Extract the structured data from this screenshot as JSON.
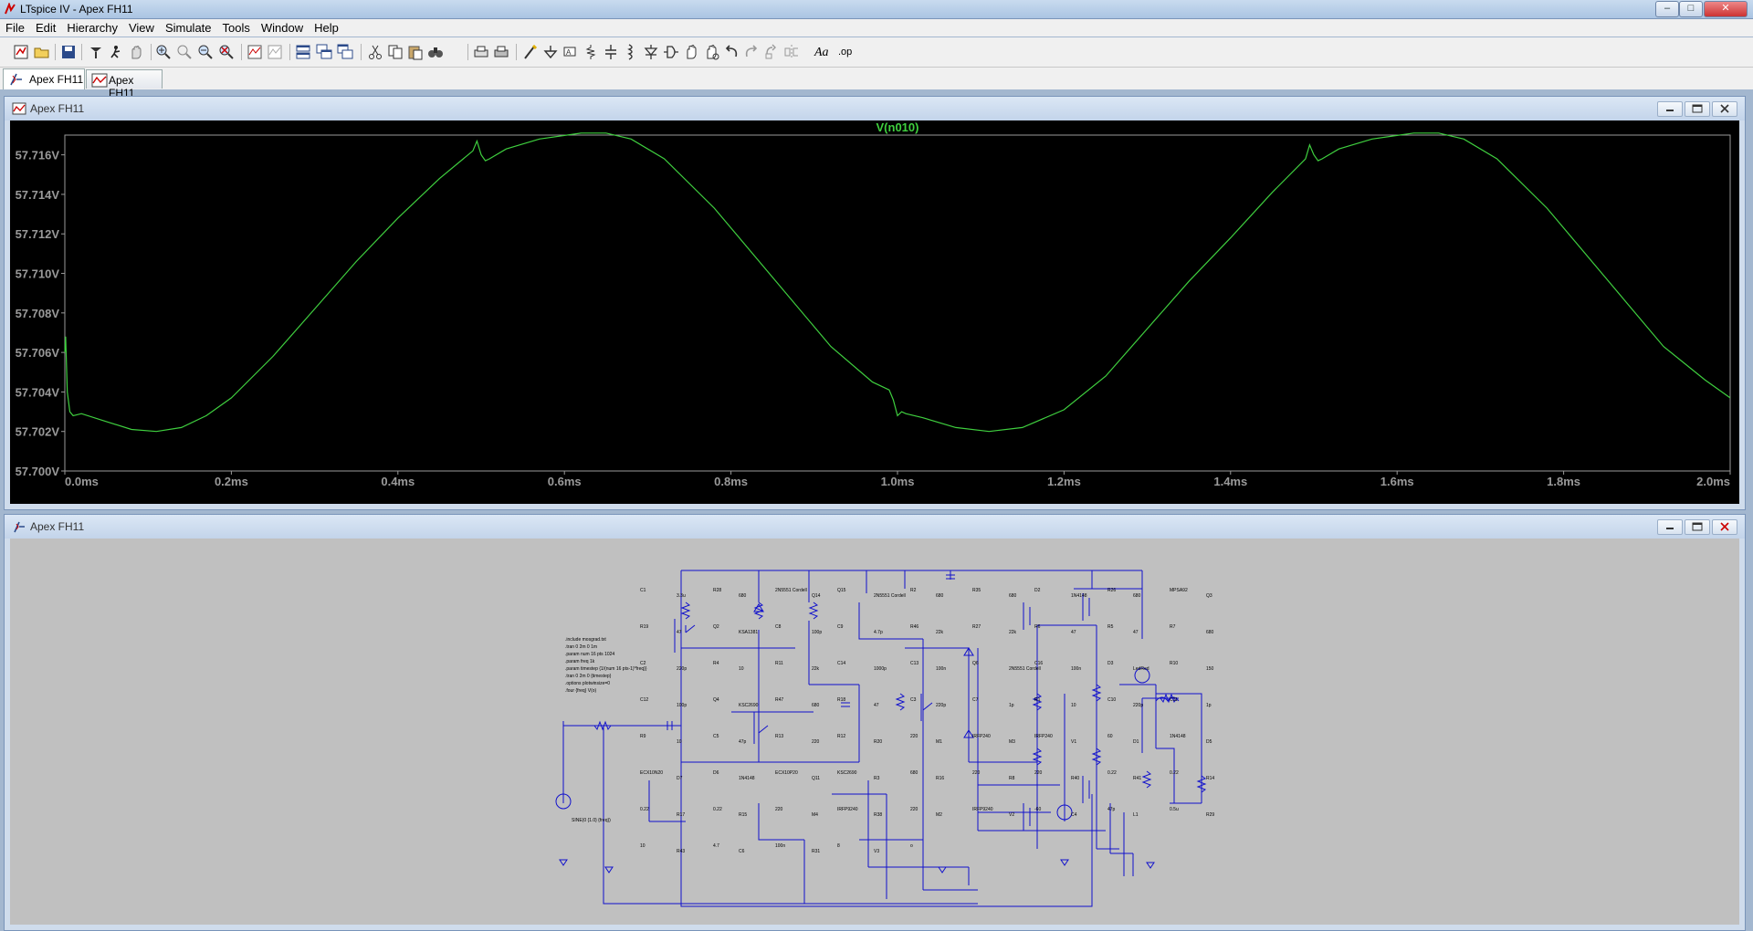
{
  "window": {
    "title": "LTspice IV - Apex FH11"
  },
  "menu": [
    "File",
    "Edit",
    "Hierarchy",
    "View",
    "Simulate",
    "Tools",
    "Window",
    "Help"
  ],
  "toolbar": {
    "icons": [
      "new-schematic-icon",
      "open-icon",
      "save-icon",
      "control-panel-icon",
      "run-icon",
      "halt-icon",
      "zoom-in-icon",
      "zoom-out-icon",
      "zoom-full-icon",
      "zoom-cancel-icon",
      "autorange-icon",
      "clear-icon",
      "tile-horizontal-icon",
      "cascade-icon",
      "tile-vertical-icon",
      "cut-icon",
      "copy-icon",
      "paste-icon",
      "find-icon",
      "print-preview-icon",
      "print-icon",
      "wire-icon",
      "ground-icon",
      "label-icon",
      "resistor-icon",
      "capacitor-icon",
      "inductor-icon",
      "diode-icon",
      "component-icon",
      "move-icon",
      "drag-icon",
      "undo-icon",
      "redo-icon",
      "rotate-icon",
      "mirror-icon",
      "text-icon",
      "spice-directive-icon"
    ],
    "text_tool_label": "Aa",
    "directive_label": ".op"
  },
  "tabs": [
    {
      "label": "Apex FH11",
      "kind": "schematic",
      "active": true
    },
    {
      "label": "Apex FH11",
      "kind": "waveform",
      "active": false
    }
  ],
  "plot_window": {
    "title": "Apex FH11",
    "trace_name": "V(n010)",
    "trace_color": "#3fcf3f",
    "chart_data": {
      "type": "line",
      "title": "V(n010)",
      "x_unit": "ms",
      "xlim": [
        0.0,
        2.0
      ],
      "ylim": [
        57.7,
        57.717
      ],
      "x_ticks": [
        "0.0ms",
        "0.2ms",
        "0.4ms",
        "0.6ms",
        "0.8ms",
        "1.0ms",
        "1.2ms",
        "1.4ms",
        "1.6ms",
        "1.8ms",
        "2.0ms"
      ],
      "y_ticks": [
        "57.716V",
        "57.714V",
        "57.712V",
        "57.710V",
        "57.708V",
        "57.706V",
        "57.704V",
        "57.702V",
        "57.700V"
      ],
      "series": [
        {
          "name": "V(n010)",
          "x": [
            0.0,
            0.001,
            0.003,
            0.006,
            0.01,
            0.02,
            0.05,
            0.08,
            0.11,
            0.14,
            0.17,
            0.2,
            0.25,
            0.3,
            0.35,
            0.4,
            0.45,
            0.49,
            0.495,
            0.5,
            0.505,
            0.51,
            0.53,
            0.57,
            0.62,
            0.65,
            0.68,
            0.72,
            0.78,
            0.85,
            0.92,
            0.97,
            0.99,
            0.995,
            1.0,
            1.005,
            1.01,
            1.03,
            1.07,
            1.11,
            1.15,
            1.2,
            1.25,
            1.3,
            1.35,
            1.4,
            1.45,
            1.49,
            1.495,
            1.5,
            1.505,
            1.51,
            1.53,
            1.57,
            1.62,
            1.65,
            1.68,
            1.72,
            1.78,
            1.85,
            1.92,
            1.97,
            2.0
          ],
          "y": [
            57.706,
            57.7068,
            57.704,
            57.703,
            57.7028,
            57.7029,
            57.7025,
            57.7021,
            57.702,
            57.7022,
            57.7028,
            57.7037,
            57.7058,
            57.7082,
            57.7106,
            57.7128,
            57.7148,
            57.7162,
            57.7167,
            57.716,
            57.7157,
            57.7158,
            57.7163,
            57.7168,
            57.7171,
            57.7171,
            57.7168,
            57.7158,
            57.7133,
            57.7098,
            57.7063,
            57.7045,
            57.7041,
            57.7036,
            57.7028,
            57.703,
            57.7029,
            57.7027,
            57.7022,
            57.702,
            57.7022,
            57.7031,
            57.7048,
            57.7072,
            57.7096,
            57.7118,
            57.7141,
            57.7158,
            57.7165,
            57.716,
            57.7157,
            57.7158,
            57.7163,
            57.7168,
            57.7171,
            57.7171,
            57.7168,
            57.7158,
            57.7133,
            57.7098,
            57.7063,
            57.7046,
            57.7037
          ]
        }
      ],
      "grid": false,
      "background": "#000000"
    }
  },
  "schematic_window": {
    "title": "Apex FH11",
    "wire_color": "#1010cc",
    "directives": [
      ".include mosgrad.txt",
      ".tran 0 2m 0 1m",
      ".param num 16 pts 1024",
      ".param freq 1k",
      ".param timestep {1/(num 16 pts-1)*freq}}",
      ".tran 0 2m 0 {timestep}",
      ".options plotwinsize=0",
      ".four {freq} V(o)"
    ],
    "source_label": "SINE(0 {1.0} {freq})",
    "labels": [
      "C1",
      "3.3u",
      "R28",
      "680",
      "2N5551 Cordell",
      "Q14",
      "Q15",
      "2N5551 Cordell",
      "R2",
      "680",
      "R35",
      "680",
      "D2",
      "1N4148",
      "R26",
      "680",
      "MPSA92",
      "Q3",
      "R19",
      "47",
      "Q2",
      "KSA1381",
      "C8",
      "100p",
      "C9",
      "4.7p",
      "R46",
      "22k",
      "R27",
      "22k",
      "R6",
      "47",
      "R5",
      "47",
      "R7",
      "680",
      "C2",
      "220p",
      "R4",
      "10",
      "R11",
      "22k",
      "C14",
      "1000p",
      "C13",
      "100n",
      "Q6",
      "2N5551 Cordell",
      "C16",
      "100n",
      "D3",
      "LedRed",
      "R10",
      "150",
      "C12",
      "100p",
      "Q4",
      "KSC2690",
      "R47",
      "680",
      "R18",
      "47",
      "C3",
      "220p",
      "C7",
      "1p",
      "R1",
      "10",
      "C10",
      "220p",
      "C11",
      "1p",
      "R9",
      "10",
      "C5",
      "47p",
      "R13",
      "220",
      "R12",
      "R20",
      "220",
      "M1",
      "IRFP240",
      "M3",
      "IRFP240",
      "V1",
      "60",
      "D1",
      "1N4148",
      "D5",
      "ECX10N20",
      "D7",
      "D6",
      "1N4148",
      "ECX10P20",
      "Q11",
      "KSC2690",
      "R3",
      "680",
      "R16",
      "220",
      "R8",
      "220",
      "R40",
      "0.22",
      "R41",
      "0.22",
      "R14",
      "0.22",
      "R17",
      "0.22",
      "R15",
      "220",
      "M4",
      "IRFP9240",
      "R38",
      "220",
      "M2",
      "IRFP9240",
      "V2",
      "-60",
      "C4",
      "47p",
      "L1",
      "0.5u",
      "R29",
      "10",
      "R43",
      "4.7",
      "C6",
      "100n",
      "R31",
      "8",
      "V3",
      "o"
    ]
  }
}
